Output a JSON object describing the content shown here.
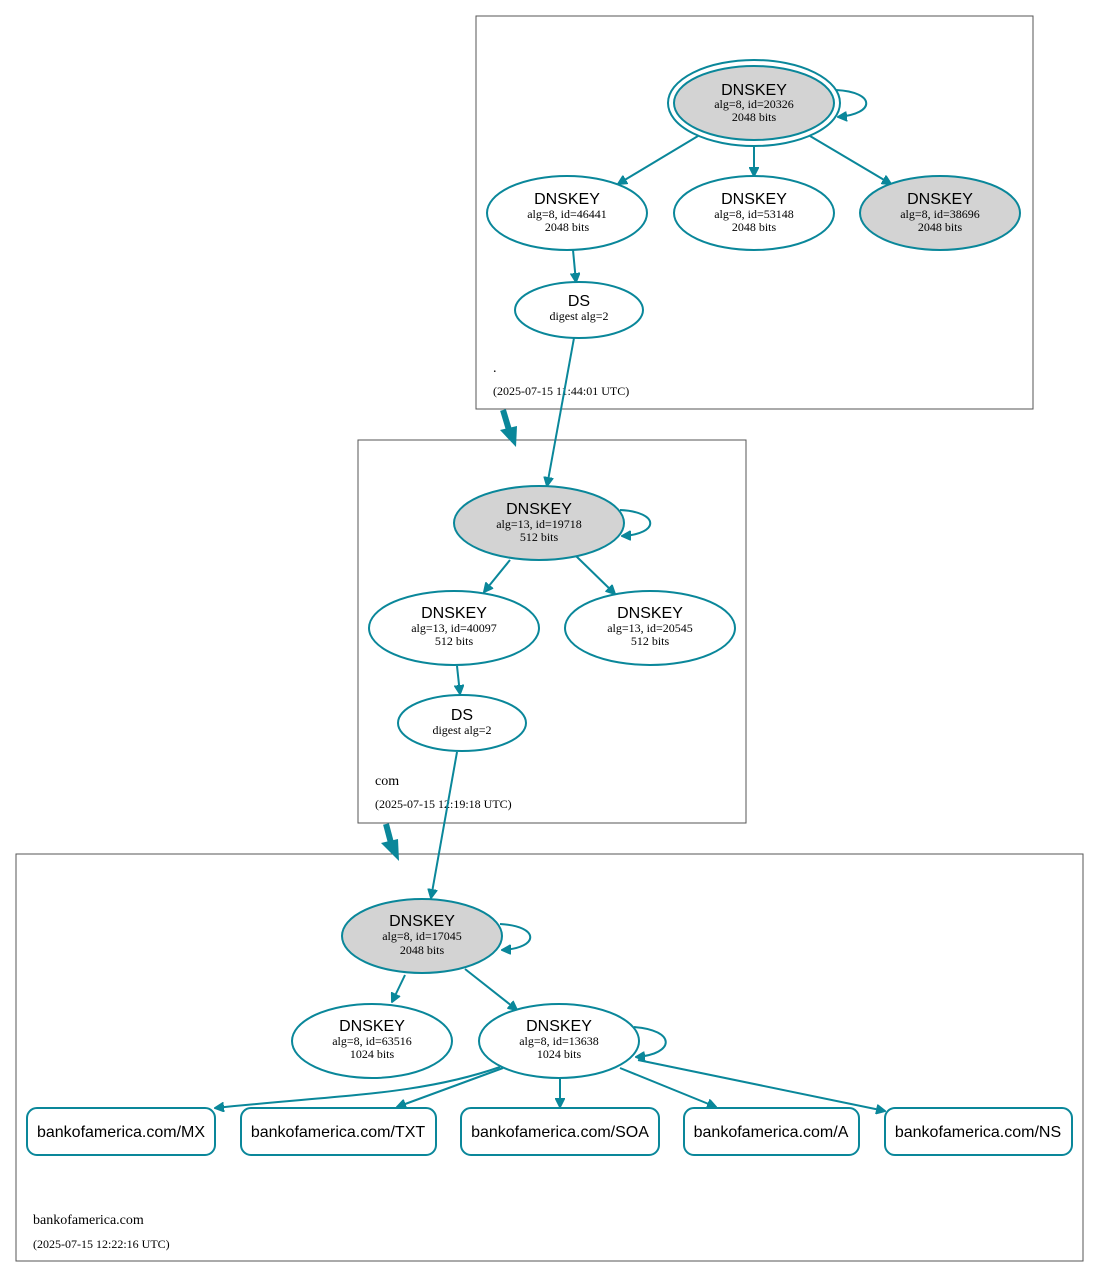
{
  "colors": {
    "edge": "#0a879a",
    "ksk_fill": "#d3d3d3",
    "zsk_fill": "#ffffff",
    "zone_border": "#555555"
  },
  "zones": {
    "root": {
      "name": ".",
      "timestamp": "(2025-07-15 11:44:01 UTC)"
    },
    "com": {
      "name": "com",
      "timestamp": "(2025-07-15 12:19:18 UTC)"
    },
    "boa": {
      "name": "bankofamerica.com",
      "timestamp": "(2025-07-15 12:22:16 UTC)"
    }
  },
  "nodes": {
    "root_ksk": {
      "title": "DNSKEY",
      "line1": "alg=8, id=20326",
      "line2": "2048 bits",
      "fill": "gray",
      "double": true
    },
    "root_zsk1": {
      "title": "DNSKEY",
      "line1": "alg=8, id=46441",
      "line2": "2048 bits",
      "fill": "white"
    },
    "root_zsk2": {
      "title": "DNSKEY",
      "line1": "alg=8, id=53148",
      "line2": "2048 bits",
      "fill": "white"
    },
    "root_ksk2": {
      "title": "DNSKEY",
      "line1": "alg=8, id=38696",
      "line2": "2048 bits",
      "fill": "gray"
    },
    "root_ds": {
      "title": "DS",
      "line1": "digest alg=2"
    },
    "com_ksk": {
      "title": "DNSKEY",
      "line1": "alg=13, id=19718",
      "line2": "512 bits",
      "fill": "gray"
    },
    "com_zsk1": {
      "title": "DNSKEY",
      "line1": "alg=13, id=40097",
      "line2": "512 bits",
      "fill": "white"
    },
    "com_zsk2": {
      "title": "DNSKEY",
      "line1": "alg=13, id=20545",
      "line2": "512 bits",
      "fill": "white"
    },
    "com_ds": {
      "title": "DS",
      "line1": "digest alg=2"
    },
    "boa_ksk": {
      "title": "DNSKEY",
      "line1": "alg=8, id=17045",
      "line2": "2048 bits",
      "fill": "gray"
    },
    "boa_zsk1": {
      "title": "DNSKEY",
      "line1": "alg=8, id=63516",
      "line2": "1024 bits",
      "fill": "white"
    },
    "boa_zsk2": {
      "title": "DNSKEY",
      "line1": "alg=8, id=13638",
      "line2": "1024 bits",
      "fill": "white"
    }
  },
  "rrsets": {
    "mx": "bankofamerica.com/MX",
    "txt": "bankofamerica.com/TXT",
    "soa": "bankofamerica.com/SOA",
    "a": "bankofamerica.com/A",
    "ns": "bankofamerica.com/NS"
  }
}
